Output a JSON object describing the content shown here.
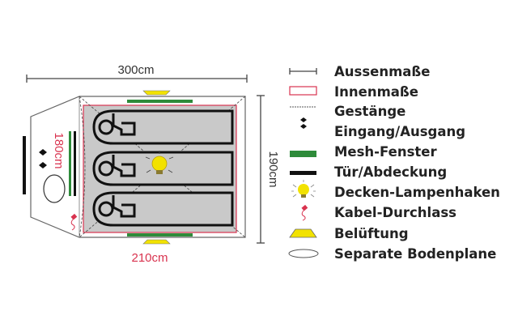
{
  "dimensions": {
    "outer_length": "300cm",
    "outer_width": "190cm",
    "inner_length": "210cm",
    "inner_width": "180cm"
  },
  "legend": [
    {
      "icon": "dimension-line-icon",
      "label": "Aussenmaße"
    },
    {
      "icon": "pink-rectangle-icon",
      "label": "Innenmaße"
    },
    {
      "icon": "dashed-line-icon",
      "label": "Gestänge"
    },
    {
      "icon": "double-arrow-icon",
      "label": "Eingang/Ausgang"
    },
    {
      "icon": "green-bar-icon",
      "label": "Mesh-Fenster"
    },
    {
      "icon": "black-bar-icon",
      "label": "Tür/Abdeckung"
    },
    {
      "icon": "light-bulb-icon",
      "label": "Decken-Lampenhaken"
    },
    {
      "icon": "cable-plug-icon",
      "label": "Kabel-Durchlass"
    },
    {
      "icon": "yellow-trapezoid-icon",
      "label": "Belüftung"
    },
    {
      "icon": "oval-icon",
      "label": "Separate Bodenplane"
    }
  ],
  "colors": {
    "inner": "#d9334f",
    "mesh": "#2e8b3a",
    "vent": "#f2e200",
    "floor": "#c8c8c8",
    "outline": "#555555"
  }
}
